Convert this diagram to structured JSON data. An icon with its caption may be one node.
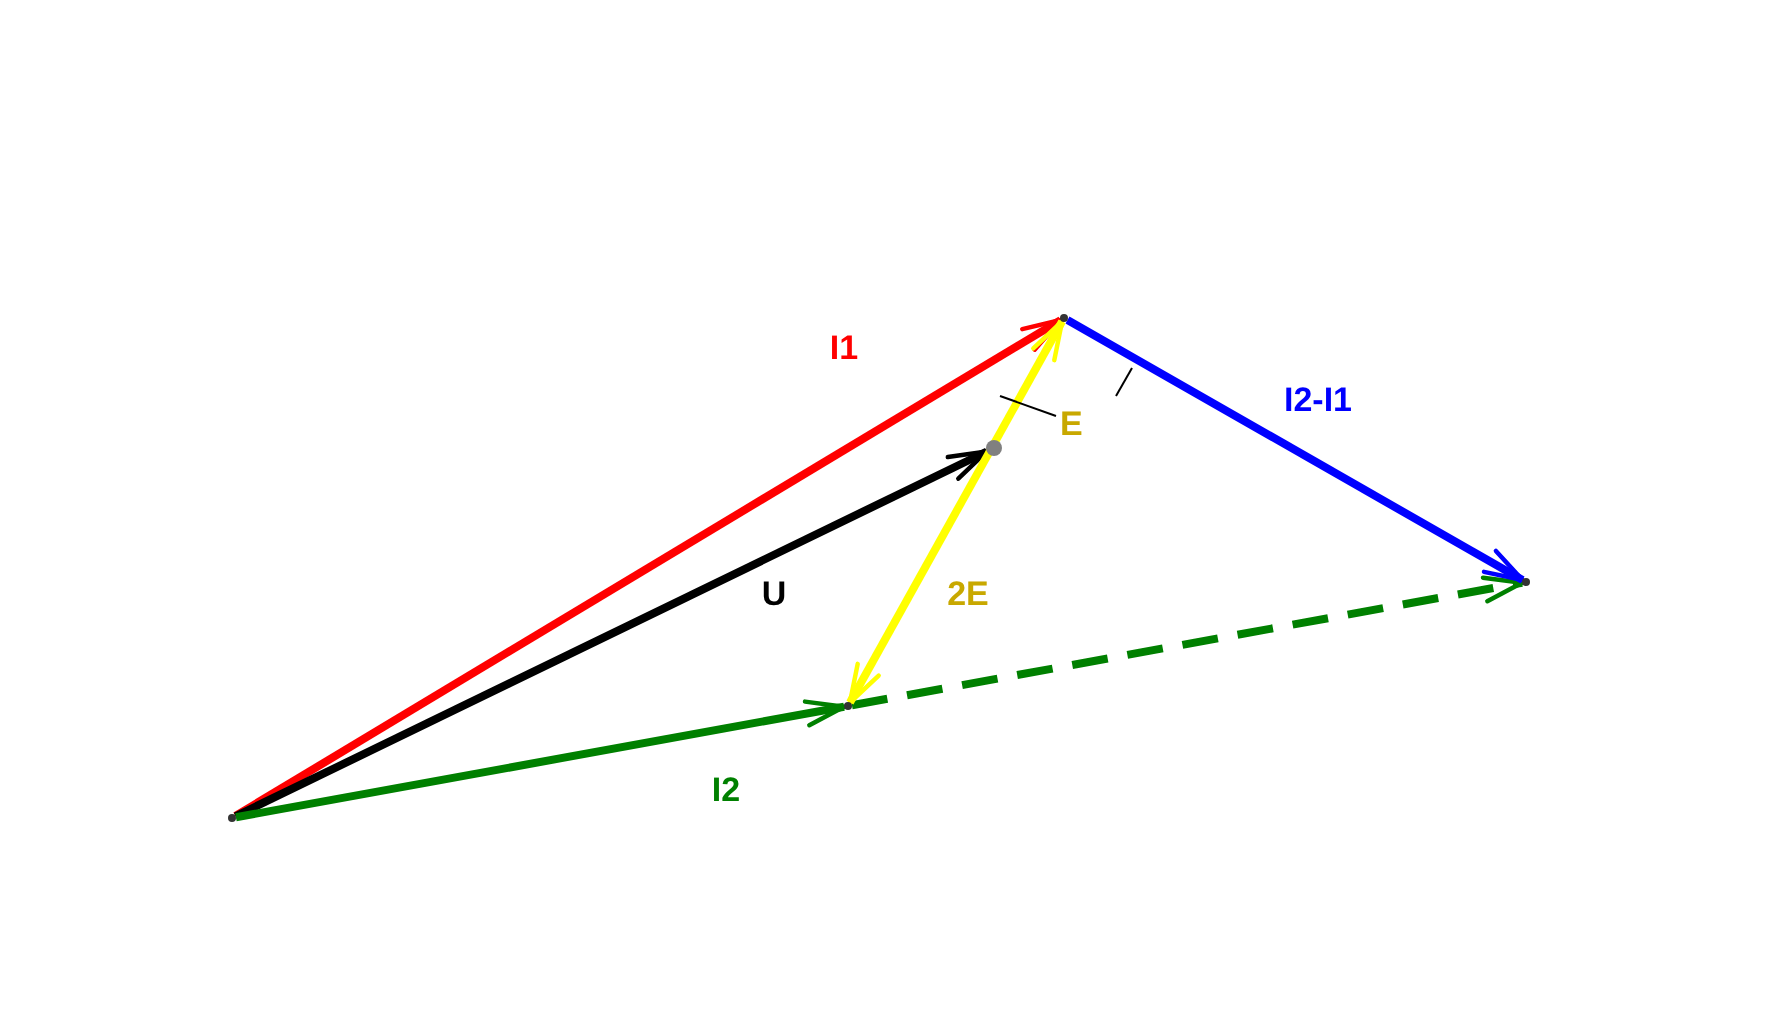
{
  "diagram": {
    "nodes": [
      {
        "text": [],
        "shape": "point"
      },
      {
        "text": [],
        "shape": "point"
      },
      {
        "text": [],
        "shape": "dot"
      },
      {
        "text": [],
        "shape": "point"
      },
      {
        "text": [],
        "shape": "point"
      },
      {
        "text": [
          "E"
        ]
      }
    ],
    "edges": [
      {
        "from": 0,
        "to": 1,
        "arrow": "to",
        "color": "#ff0000",
        "label": "I1"
      },
      {
        "from": 0,
        "to": 2,
        "arrow": "to",
        "color": "#000000",
        "label": "U"
      },
      {
        "from": 0,
        "to": 3,
        "arrow": "to",
        "color": "#008000",
        "label": "I2"
      },
      {
        "from": 3,
        "to": 4,
        "arrow": "to",
        "color": "#008000",
        "style": "dashed"
      },
      {
        "from": 1,
        "to": 4,
        "arrow": "to",
        "color": "#0000ff",
        "label": "I2-I1"
      },
      {
        "from": 3,
        "to": 1,
        "arrow": "both",
        "color": "#ffff00",
        "label": "2E"
      },
      {
        "from": 5,
        "to": null,
        "arrow": "none",
        "color": "#000000"
      }
    ]
  }
}
